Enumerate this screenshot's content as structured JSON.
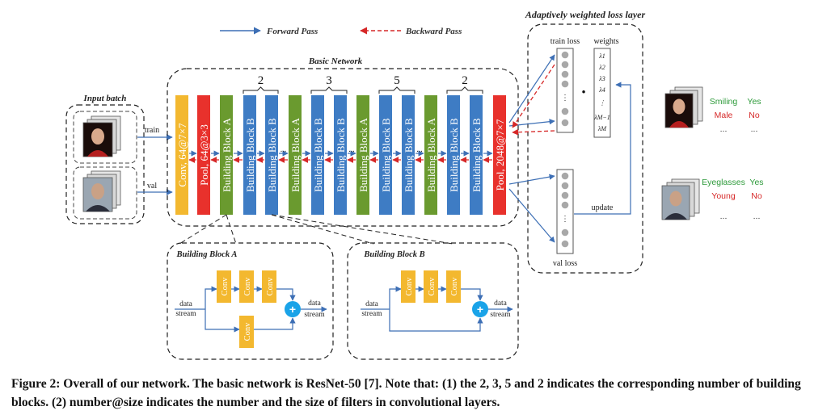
{
  "legend": {
    "forward": "Forward Pass",
    "backward": "Backward Pass"
  },
  "titles": {
    "input_batch": "Input batch",
    "basic_network": "Basic Network",
    "loss_layer": "Adaptively weighted loss layer",
    "block_a": "Building Block A",
    "block_b": "Building Block B"
  },
  "labels": {
    "train": "train",
    "val": "val",
    "train_loss": "train loss",
    "weights": "weights",
    "val_loss": "val loss",
    "update": "update",
    "data_in_1": "data",
    "data_in_2": "stream",
    "data_out_1": "data",
    "data_out_2": "stream",
    "plus": "+",
    "dot": "·",
    "vdots": "⋮",
    "ellipsis": "..."
  },
  "layers": [
    {
      "name": "conv",
      "label": "Conv, 64@7×7",
      "color": "#f3b82f"
    },
    {
      "name": "pool",
      "label": "Pool, 64@3×3",
      "color": "#e8312c"
    },
    {
      "name": "block-a",
      "label": "Building Block A",
      "color": "#6a9a2f"
    },
    {
      "name": "block-b",
      "label": "Building Block B",
      "color": "#3e7cc4"
    },
    {
      "name": "pool-final",
      "label": "Pool, 2048@7×7",
      "color": "#e8312c"
    }
  ],
  "block_counts": [
    "2",
    "3",
    "5",
    "2"
  ],
  "inner_conv_label": "Conv",
  "weights": [
    "λ1",
    "λ2",
    "λ3",
    "λ4",
    "⋮",
    "λM−1",
    "λM"
  ],
  "attributes": {
    "train": [
      {
        "name": "Smiling",
        "value": "Yes"
      },
      {
        "name": "Male",
        "value": "No"
      },
      {
        "name": "...",
        "value": "..."
      }
    ],
    "val": [
      {
        "name": "Eyeglasses",
        "value": "Yes"
      },
      {
        "name": "Young",
        "value": "No"
      },
      {
        "name": "...",
        "value": "..."
      }
    ]
  },
  "colors": {
    "forward": "#3d6fb5",
    "backward": "#d62828",
    "plus": "#1aa3e8",
    "attr_name": "#2d9a3a",
    "attr_red": "#d62828"
  },
  "caption": {
    "label": "Figure 2:",
    "text": "Overall of our network. The basic network is ResNet-50 [7]. Note that: (1) the 2, 3, 5 and 2 indicates the corresponding number of building blocks. (2) number@size indicates the number and the size of filters in convolutional layers."
  }
}
